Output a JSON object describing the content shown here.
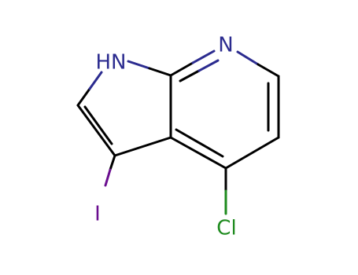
{
  "molecule": {
    "atoms": {
      "nh": {
        "text": "HN",
        "element": "N",
        "color": "#2b2b8f"
      },
      "n_ring": {
        "text": "N",
        "element": "N",
        "color": "#2b2b8f"
      },
      "iodine": {
        "text": "I",
        "element": "I",
        "color": "#6a0d8f"
      },
      "chlorine": {
        "text": "Cl",
        "element": "Cl",
        "color": "#1e8b1e"
      }
    },
    "bond_color": "#000000",
    "background": "#ffffff"
  }
}
